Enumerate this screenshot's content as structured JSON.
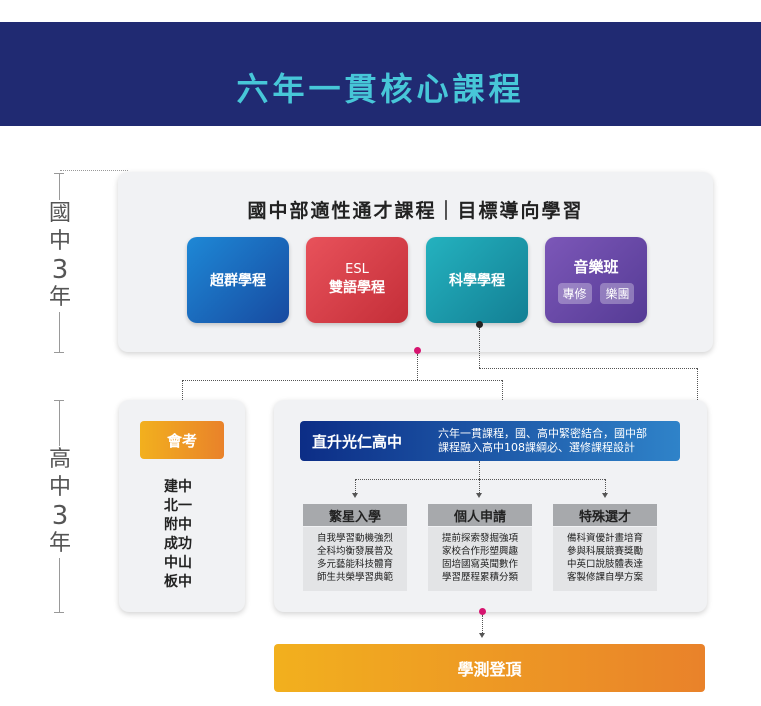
{
  "banner": {
    "title": "六年一貫核心課程"
  },
  "side": {
    "junior": [
      "國",
      "中",
      "3",
      "年"
    ],
    "senior": [
      "高",
      "中",
      "3",
      "年"
    ]
  },
  "junior_section": {
    "title": "國中部適性通才課程｜目標導向學習",
    "tiles": [
      {
        "label": "超群學程",
        "sub": "",
        "color": "#1a63b5"
      },
      {
        "label": "雙語學程",
        "sub": "ESL",
        "color": "#cf3b43"
      },
      {
        "label": "科學學程",
        "sub": "",
        "color": "#1998a8"
      },
      {
        "label": "音樂班",
        "sub": "",
        "color": "#6446a3",
        "badges": [
          "專修",
          "樂團"
        ]
      }
    ]
  },
  "exam_section": {
    "label": "會考",
    "schools": [
      "建中",
      "北一",
      "附中",
      "成功",
      "中山",
      "板中"
    ]
  },
  "senior_section": {
    "title": "直升光仁高中",
    "description_line1": "六年一貫課程，國、高中緊密結合，國中部",
    "description_line2": "課程融入高中108課綱必、選修課程設計",
    "paths": [
      {
        "head": "繁星入學",
        "lines": [
          "自我學習動機強烈",
          "全科均衡發展普及",
          "多元藝能科技體育",
          "師生共榮學習典範"
        ]
      },
      {
        "head": "個人申請",
        "lines": [
          "提前探索發掘強項",
          "家校合作形塑興趣",
          "固培國寫英聞數作",
          "學習歷程累積分類"
        ]
      },
      {
        "head": "特殊選才",
        "lines": [
          "備科資優計畫培育",
          "參與科展競賽獎勵",
          "中英口說肢體表達",
          "客製修課自學方案"
        ]
      }
    ]
  },
  "final": {
    "label": "學測登頂"
  },
  "colors": {
    "banner": "#202a72",
    "banner_text": "#47c7d8",
    "accent_dot": "#d6146f"
  }
}
